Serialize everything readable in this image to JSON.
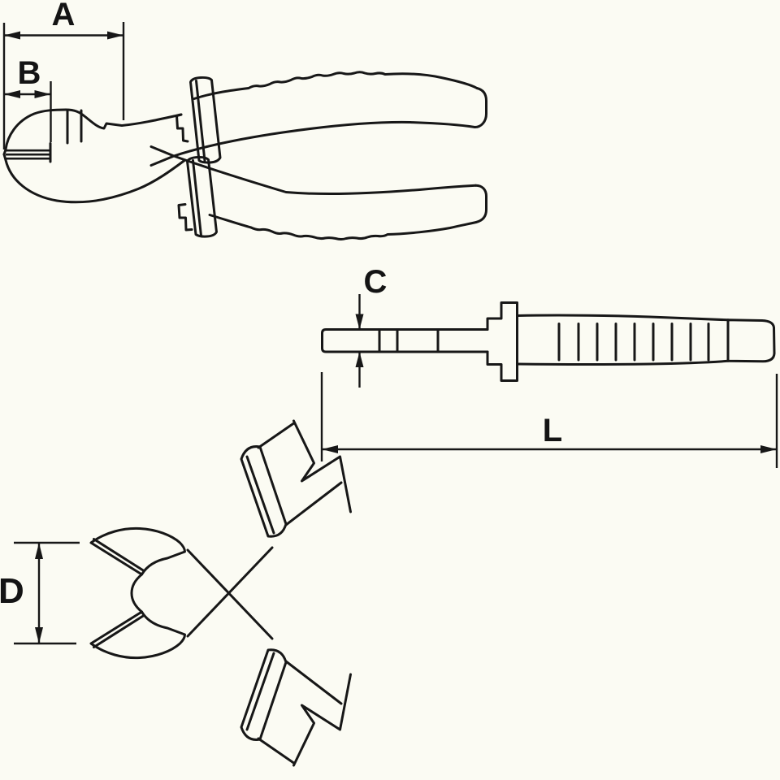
{
  "drawing": {
    "background_color": "#fbfbf3",
    "line_color": "#171717",
    "labels": {
      "a": "A",
      "b": "B",
      "c": "C",
      "d": "D",
      "l": "L"
    }
  }
}
